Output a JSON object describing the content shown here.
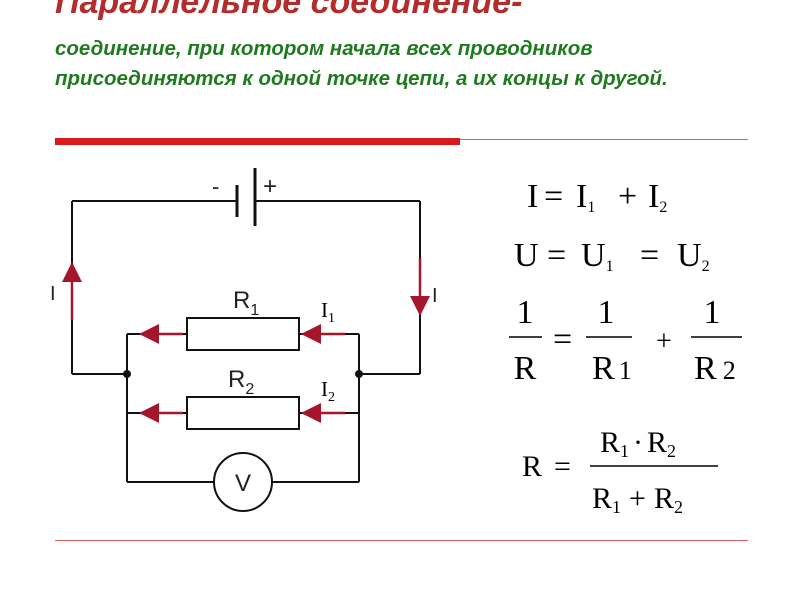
{
  "slide": {
    "title": "Параллельное соединение-",
    "definition": "соединение, при котором начала всех проводников присоединяются к одной точке цепи, а их концы к другой."
  },
  "colors": {
    "title": "#b32d2d",
    "definition_text": "#1f7a1f",
    "accent_rule": "#d91a1a",
    "thin_rule": "#e06060",
    "arrow": "#a3162b",
    "wire": "#111111"
  },
  "circuit": {
    "battery_minus": "-",
    "battery_plus": "+",
    "current_left_label": "I",
    "current_right_label": "I",
    "resistor1_label": "R",
    "resistor1_sub": "1",
    "resistor2_label": "R",
    "resistor2_sub": "2",
    "current1_label": "I",
    "current1_sub": "1",
    "current2_label": "I",
    "current2_sub": "2",
    "voltmeter_label": "V"
  },
  "formulas": {
    "current": {
      "lhs": "I",
      "eq": "=",
      "t1": "I",
      "t1_sub": "1",
      "plus": "+",
      "t2": "I",
      "t2_sub": "2"
    },
    "voltage": {
      "lhs": "U",
      "eq": "=",
      "t1": "U",
      "t1_sub": "1",
      "eq2": "=",
      "t2": "U",
      "t2_sub": "2"
    },
    "reciprocal": {
      "num": "1",
      "den": "R",
      "eq": "=",
      "num1": "1",
      "den1": "R",
      "den1_sub": "1",
      "plus": "+",
      "num2": "1",
      "den2": "R",
      "den2_sub": "2"
    },
    "total": {
      "lhs": "R",
      "eq": "=",
      "num_a": "R",
      "num_a_sub": "1",
      "dot": "·",
      "num_b": "R",
      "num_b_sub": "2",
      "den_a": "R",
      "den_a_sub": "1",
      "plus": "+",
      "den_b": "R",
      "den_b_sub": "2"
    }
  }
}
